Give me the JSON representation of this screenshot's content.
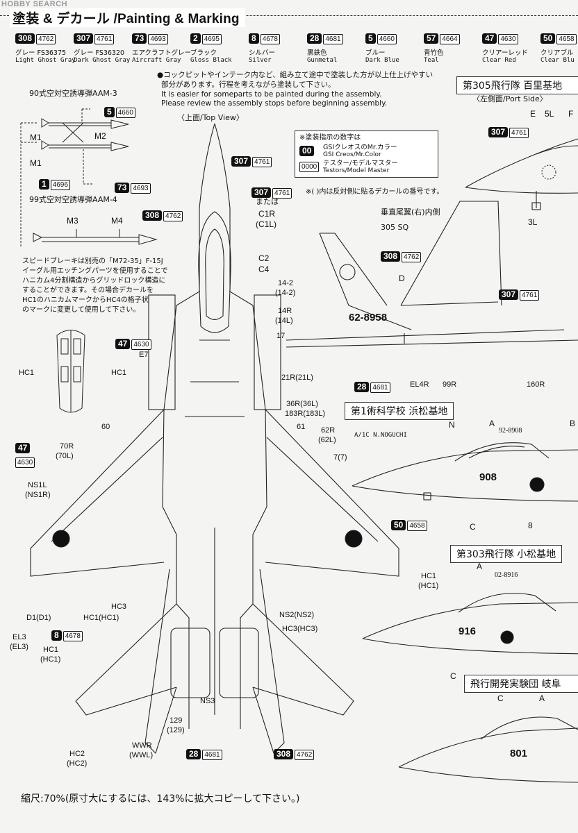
{
  "header": {
    "title": "塗装 & デカール /Painting & Marking",
    "watermark": "HOBBY SEARCH"
  },
  "swatches": [
    {
      "num": "308",
      "code": "4762",
      "jp": "グレー FS36375",
      "en": "Light Ghost Gray"
    },
    {
      "num": "307",
      "code": "4761",
      "jp": "グレー FS36320",
      "en": "Dark Ghost Gray"
    },
    {
      "num": "73",
      "code": "4693",
      "jp": "エアクラフトグレー",
      "en": "Aircraft Gray"
    },
    {
      "num": "2",
      "code": "4695",
      "jp": "ブラック",
      "en": "Gloss Black"
    },
    {
      "num": "8",
      "code": "4678",
      "jp": "シルバー",
      "en": "Silver"
    },
    {
      "num": "28",
      "code": "4681",
      "jp": "黒鉄色",
      "en": "Gunmetal"
    },
    {
      "num": "5",
      "code": "4660",
      "jp": "ブルー",
      "en": "Dark Blue"
    },
    {
      "num": "57",
      "code": "4664",
      "jp": "青竹色",
      "en": "Teal"
    },
    {
      "num": "47",
      "code": "4630",
      "jp": "クリアーレッド",
      "en": "Clear Red"
    },
    {
      "num": "50",
      "code": "4658",
      "jp": "クリアブル",
      "en": "Clear Blu"
    }
  ],
  "notes": {
    "line1": "●コックピットやインテーク内など、組み立て途中で塗装した方が以上仕上げやすい",
    "line2": "部分があります。行程を考えながら塗装して下さい。",
    "line3": "It is easier for someparts to be painted during the assembly.",
    "line4": "Please review the assembly stops before beginning assembly."
  },
  "legend": {
    "title": "※塗装指示の数字は",
    "gsi_box": "00",
    "gsi_jp": "GSIクレオスのMr.カラー",
    "gsi_en": "GSI Creos/Mr.Color",
    "testors_box": "0000",
    "testors_jp": "テスター/モデルマスター",
    "testors_en": "Testors/Model Master",
    "decal_note": "※( )内は反対側に貼るデカールの番号です。"
  },
  "missiles": {
    "aam3_title": "90式空対空誘導弾AAM-3",
    "aam4_title": "99式空対空誘導弾AAM-4",
    "m1": "M1",
    "m2": "M2",
    "m3": "M3",
    "m4": "M4",
    "b1_num": "5",
    "b1_code": "4660",
    "b2_num": "73",
    "b2_code": "4693",
    "b3_num": "1",
    "b3_code": "4696",
    "b4_num": "308",
    "b4_code": "4762"
  },
  "speedbrake": {
    "line1": "スピードブレーキは別売の「M72-35」F-15J",
    "line2": "イーグル用エッチングパーツを使用することで",
    "line3": "ハニカム4分割構造からグリッドロック構造に",
    "line4": "することができます。その場合デカールを",
    "line5": "HC1のハニカムマークからHC4の格子状",
    "line6": "のマークに変更して使用して下さい。",
    "hc1a": "HC1",
    "hc1b": "HC1"
  },
  "topview": {
    "title": "〈上面/Top View〉",
    "nose_num": "307",
    "nose_code": "4761",
    "canopy_num": "307",
    "canopy_code": "4761",
    "or_text": "または",
    "c1r": "C1R",
    "c1l": "(C1L)",
    "c2": "C2",
    "c4": "C4",
    "l142": "14-2",
    "l142b": "(14-2)",
    "l14r": "14R",
    "l14l": "(14L)",
    "l17": "17",
    "l21": "21R(21L)",
    "l36": "36R(36L)",
    "l183": "183R(183L)",
    "l61": "61",
    "l62": "62R",
    "l62b": "(62L)",
    "l7": "7(7)",
    "l47_num": "47",
    "l47_code": "4630",
    "e7": "E7",
    "l60": "60",
    "l70": "70R",
    "l70b": "(70L)",
    "l47b_num": "47",
    "l47b_code": "4630",
    "ns1": "NS1L",
    "ns1b": "(NS1R)",
    "l50_num": "50",
    "l50_code": "4658",
    "hc1r": "HC1",
    "hc1rb": "(HC1)",
    "hc3a": "HC3",
    "hc1c": "HC1(HC1)",
    "d1": "D1(D1)",
    "l8_num": "8",
    "l8_code": "4678",
    "el3": "EL3",
    "el3b": "(EL3)",
    "hc1d": "HC1",
    "hc1db": "(HC1)",
    "ns2": "NS2(NS2)",
    "hc3b": "HC3(HC3)",
    "ns3": "NS3",
    "l129": "129",
    "l129b": "(129)",
    "wwr": "WWR",
    "wwl": "(WWL)",
    "hc2": "HC2",
    "hc2b": "(HC2)",
    "l28_num": "28",
    "l28_code": "4681",
    "l308_num": "308",
    "l308_code": "4762"
  },
  "side305": {
    "title": "第305飛行隊 百里基地",
    "subtitle": "〈左側面/Port Side〉",
    "e": "E",
    "l5": "5L",
    "f": "F",
    "num": "307",
    "code": "4761",
    "l3": "3L"
  },
  "tail": {
    "title": "垂直尾翼(右)内側",
    "sq": "305 SQ",
    "num308": "308",
    "code308": "4762",
    "d": "D",
    "num307": "307",
    "code307": "4761",
    "serial": "62-8958",
    "num28": "28",
    "code28": "4681",
    "el4": "EL4R",
    "l99": "99R",
    "l160": "160R"
  },
  "hamamatsu": {
    "title": "第1術科学校 浜松基地",
    "n": "N",
    "a": "A",
    "b": "B",
    "serial": "92-8908",
    "pilot": "A/1C N.NOGUCHI",
    "nose": "908",
    "c": "C",
    "eight": "8"
  },
  "komatsu": {
    "title": "第303飛行隊 小松基地",
    "a": "A",
    "serial": "02-8916",
    "nose": "916",
    "c": "C"
  },
  "gifu": {
    "title": "飛行開発実験団 岐阜",
    "c": "C",
    "a": "A",
    "nose": "801"
  },
  "footer": {
    "scale": "縮尺:70%(原寸大にするには、143%に拡大コピーして下さい。)"
  }
}
